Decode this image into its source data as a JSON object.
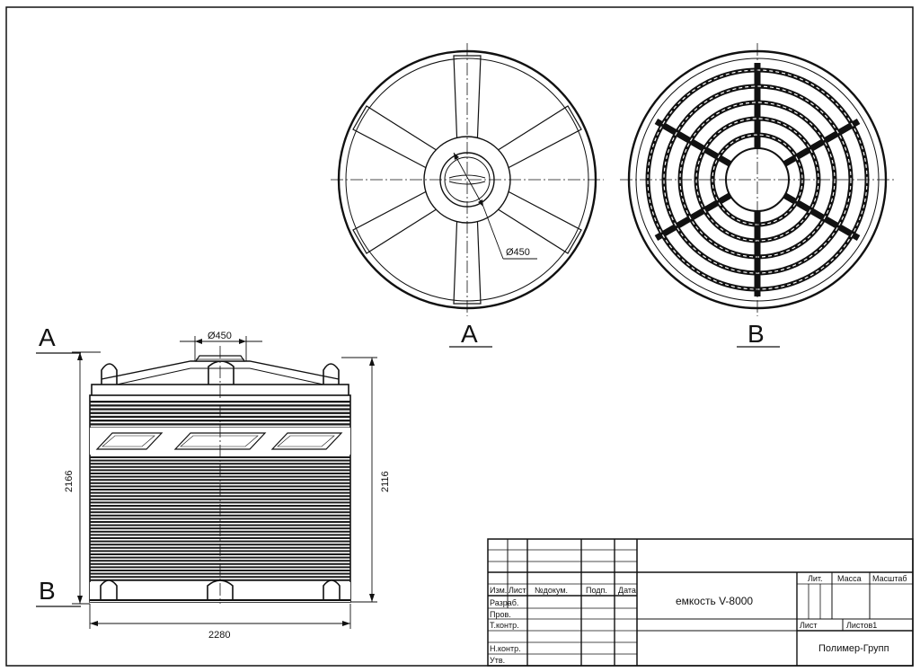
{
  "views": {
    "a_label": "A",
    "b_label": "B",
    "side_a_label": "A",
    "side_b_label": "B"
  },
  "dimensions": {
    "top_hole_a": "Ø450",
    "top_hole_side": "Ø450",
    "overall_height": "2166",
    "body_height": "2116",
    "diameter": "2280"
  },
  "title_block": {
    "col_izm": "Изм.",
    "col_list": "Лист",
    "col_doc": "№докум.",
    "col_podp": "Подп.",
    "col_data": "Дата",
    "row_razrab": "Разраб.",
    "row_prov": "Пров.",
    "row_tkontr": "Т.контр.",
    "row_nkontr": "Н.контр.",
    "row_utv": "Утв.",
    "product_name": "емкость V-8000",
    "lit": "Лит.",
    "massa": "Масса",
    "masshtab": "Масштаб",
    "list": "Лист",
    "listov": "Листов1",
    "company": "Полимер-Групп"
  }
}
